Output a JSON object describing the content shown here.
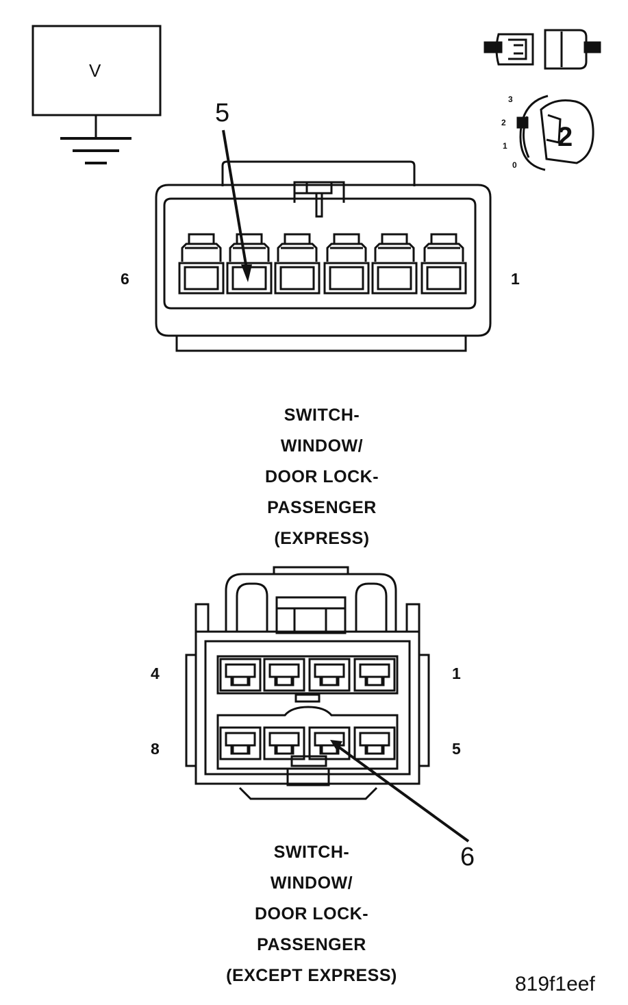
{
  "meter": {
    "symbol": "V"
  },
  "ignition": {
    "positions": [
      "3",
      "2",
      "1",
      "0"
    ],
    "key_position": "2"
  },
  "connector_top": {
    "callout": "5",
    "left_pin": "6",
    "right_pin": "1",
    "caption_lines": [
      "SWITCH-",
      "WINDOW/",
      "DOOR LOCK-",
      "PASSENGER",
      "(EXPRESS)"
    ]
  },
  "connector_bottom": {
    "callout": "6",
    "top_left_pin": "4",
    "top_right_pin": "1",
    "bottom_left_pin": "8",
    "bottom_right_pin": "5",
    "caption_lines": [
      "SWITCH-",
      "WINDOW/",
      "DOOR LOCK-",
      "PASSENGER",
      "(EXCEPT EXPRESS)"
    ]
  },
  "figure_id": "819f1eef",
  "colors": {
    "ink": "#111111",
    "background": "#ffffff"
  }
}
